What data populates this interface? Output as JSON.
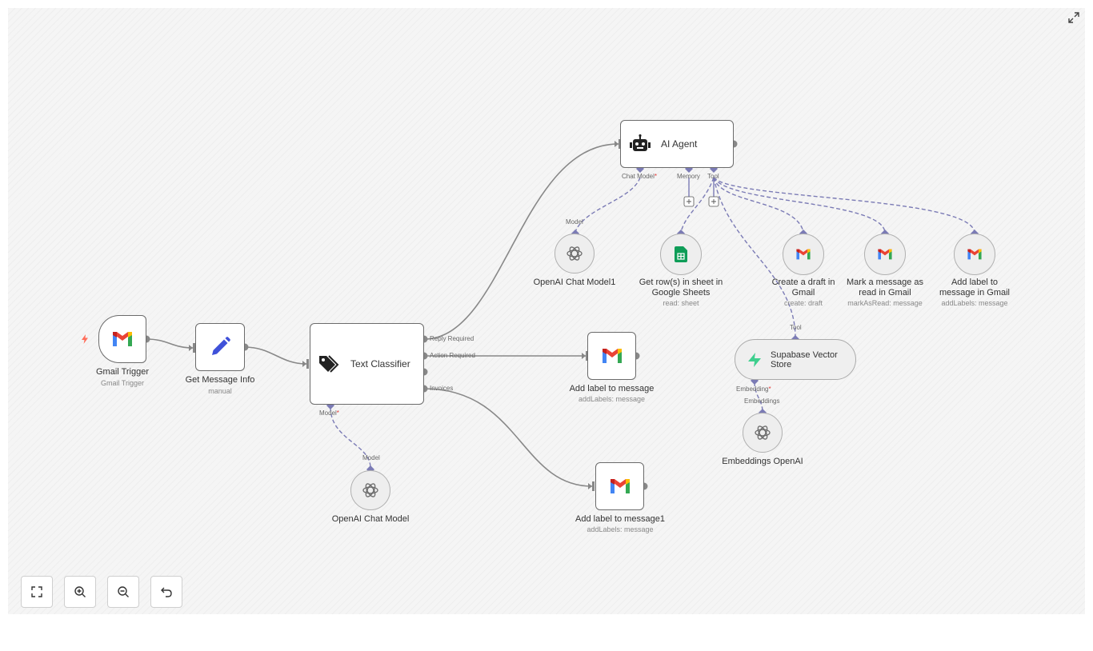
{
  "nodes": {
    "gmail_trigger": {
      "name": "Gmail Trigger",
      "subtitle": "Gmail Trigger"
    },
    "get_message_info": {
      "name": "Get Message Info",
      "subtitle": "manual"
    },
    "text_classifier": {
      "name": "Text Classifier",
      "outputs": [
        "Reply Required",
        "Action Required",
        "",
        "Invoices"
      ],
      "model_port": "Model"
    },
    "ai_agent": {
      "name": "AI Agent",
      "ports": {
        "chat_model": "Chat Model",
        "memory": "Memory",
        "tool": "Tool"
      }
    },
    "openai_chat_model1": {
      "name": "OpenAI Chat Model1",
      "port": "Model"
    },
    "get_rows_sheets": {
      "name": "Get row(s) in sheet in Google Sheets",
      "subtitle": "read: sheet"
    },
    "create_draft": {
      "name": "Create a draft in Gmail",
      "subtitle": "create: draft"
    },
    "mark_read": {
      "name": "Mark a message as read in Gmail",
      "subtitle": "markAsRead: message"
    },
    "add_label_gmail": {
      "name": "Add label to message in Gmail",
      "subtitle": "addLabels: message"
    },
    "add_label": {
      "name": "Add label to message",
      "subtitle": "addLabels: message"
    },
    "add_label1": {
      "name": "Add label to message1",
      "subtitle": "addLabels: message"
    },
    "supabase": {
      "name": "Supabase Vector Store",
      "port_top": "Tool",
      "port_bottom": "Embedding"
    },
    "embeddings": {
      "name": "Embeddings OpenAI",
      "port": "Embeddings"
    },
    "openai_chat_model": {
      "name": "OpenAI Chat Model",
      "port": "Model"
    }
  },
  "required_marker": "*",
  "controls": [
    "fit-view-icon",
    "zoom-in-icon",
    "zoom-out-icon",
    "undo-icon"
  ],
  "colors": {
    "wire": "#888888",
    "sub_wire": "#7b7bb5",
    "required": "#e53935",
    "supabase": "#3ecf8e",
    "sheets": "#0f9d58"
  }
}
